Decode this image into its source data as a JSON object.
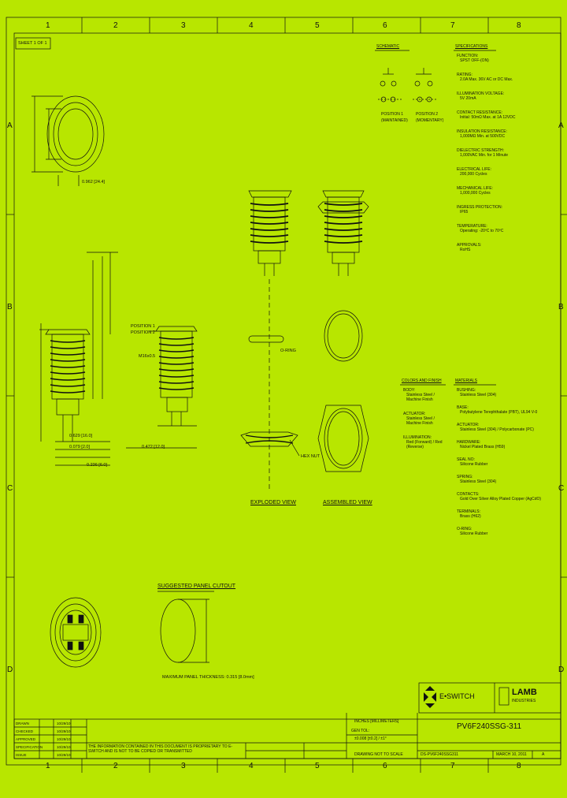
{
  "sheet": {
    "sheet_no": "SHEET 1 OF 1"
  },
  "grid": {
    "columns": [
      "1",
      "2",
      "3",
      "4",
      "5",
      "6",
      "7",
      "8"
    ],
    "rows": [
      "A",
      "B",
      "C",
      "D"
    ]
  },
  "views": {
    "exploded": "EXPLODED VIEW",
    "assembled": "ASSEMBLED VIEW",
    "panel_cutout": "SUGGESTED PANEL CUTOUT",
    "panel_thickness": "MAXIMUM PANEL THICKNESS: 0.315 [8.0mm]",
    "oring_callout": "O-RING",
    "hexnut_callout": "HEX NUT",
    "position1": "POSITION 1",
    "position2": "POSITION 2",
    "thread": "M16x0.5"
  },
  "dims": {
    "d1": "0.962 [24.4]",
    "d2": "0.629 [16.0]",
    "d3": "0.079 [2.0]",
    "d4": "0.472 [12.0]",
    "d5": "0.236 [6.0]"
  },
  "schematic": {
    "title": "SCHEMATIC",
    "pos1": "POSITION 1",
    "pos1_sub": "(MAINTAINED)",
    "pos2": "POSITION 2",
    "pos2_sub": "(MOMENTARY)"
  },
  "specifications": {
    "title": "SPECIFICATIONS",
    "items": [
      {
        "k": "FUNCTION:",
        "v": "SPST OFF-(ON)"
      },
      {
        "k": "RATING:",
        "v": "2.0A Max. 36V AC or DC Max."
      },
      {
        "k": "ILLUMINATION VOLTAGE:",
        "v": "5V 20mA"
      },
      {
        "k": "CONTACT RESISTANCE:",
        "v": "Initial: 50mΩ Max. at 1A 12VDC"
      },
      {
        "k": "INSULATION RESISTANCE:",
        "v": "1,000MΩ Min. at 500VDC"
      },
      {
        "k": "DIELECTRIC STRENGTH:",
        "v": "1,000VAC Min. for 1 Minute"
      },
      {
        "k": "ELECTRICAL LIFE:",
        "v": "200,000 Cycles"
      },
      {
        "k": "MECHANICAL LIFE:",
        "v": "1,000,000 Cycles"
      },
      {
        "k": "INGRESS PROTECTION:",
        "v": "IP65"
      },
      {
        "k": "TEMPERATURE:",
        "v": "Operating: -20ºC to 70ºC"
      },
      {
        "k": "APPROVALS:",
        "v": "RoHS"
      }
    ]
  },
  "colors_finish": {
    "title": "COLORS AND FINISH",
    "items": [
      {
        "k": "BODY:",
        "v": "Stainless Steel / Machine Finish"
      },
      {
        "k": "ACTUATOR:",
        "v": "Stainless Steel / Machine Finish"
      },
      {
        "k": "ILLUMINATION:",
        "v": "Red (Forward) / Red (Reverse)"
      }
    ]
  },
  "materials": {
    "title": "MATERIALS",
    "items": [
      {
        "k": "BUSHING:",
        "v": "Stainless Steel (304)"
      },
      {
        "k": "BASE:",
        "v": "Polybutylene Terephthalate (PBT), UL94 V-0"
      },
      {
        "k": "ACTUATOR:",
        "v": "Stainless Steel (304) / Polycarbonate (PC)"
      },
      {
        "k": "HARDWARE:",
        "v": "Nickel Plated Brass (H59)"
      },
      {
        "k": "SEAL NO:",
        "v": "Silicone Rubber"
      },
      {
        "k": "SPRING:",
        "v": "Stainless Steel (304)"
      },
      {
        "k": "CONTACTS:",
        "v": "Gold Over Silver Alloy Plated Copper (AgCdO)"
      },
      {
        "k": "TERMINALS:",
        "v": "Brass (H62)"
      },
      {
        "k": "O-RING:",
        "v": "Silicone Rubber"
      }
    ]
  },
  "title_block": {
    "brand1": "E•SWITCH",
    "brand2": "LAMB",
    "brand2_sub": "INDUSTRIES",
    "part": "PV6F240SSG-311",
    "units": "INCHES [MILLIMETERS]",
    "tolerance_label": "GEN TOL:",
    "tolerance": "±0.008 [±0.2] / ±1°",
    "drawing_note": "DRAWING NOT TO SCALE",
    "drawing_no": "DS-PV6F240SSG311",
    "date": "MARCH 10, 2011",
    "rev": "A",
    "proprietary": "THE INFORMATION CONTAINED IN THIS DOCUMENT IS PROPRIETARY TO E-SWITCH AND IS NOT TO BE COPIED OR TRANSMITTED",
    "history": [
      {
        "k": "DRAWN",
        "v": "10/29/10"
      },
      {
        "k": "CHECKED",
        "v": "10/29/10"
      },
      {
        "k": "APPROVED",
        "v": "10/29/10"
      },
      {
        "k": "SPECIFICATION",
        "v": "10/29/10"
      },
      {
        "k": "ISSUE",
        "v": "10/29/10"
      }
    ]
  }
}
